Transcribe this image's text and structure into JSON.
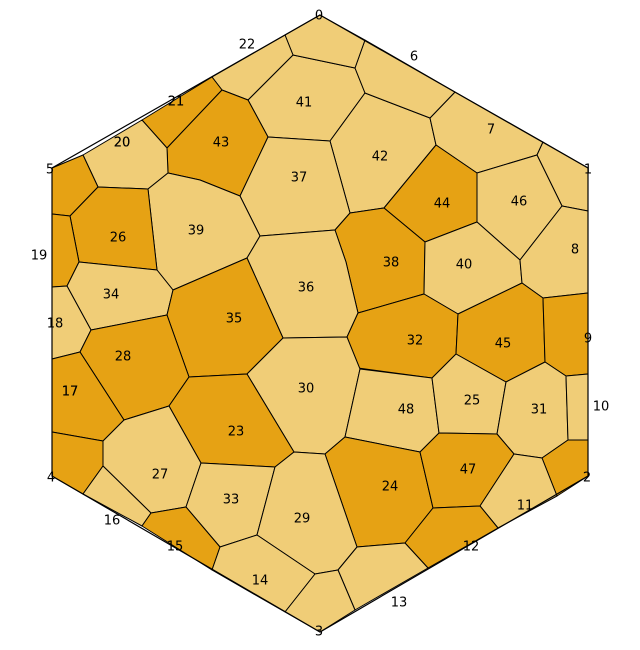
{
  "colors": {
    "light": "#f0cd77",
    "dark": "#e6a214",
    "stroke": "#000000"
  },
  "vertex_labels": [
    "0",
    "1",
    "2",
    "3",
    "4",
    "5",
    "6",
    "7",
    "8",
    "9",
    "10",
    "11",
    "12",
    "13",
    "14",
    "15",
    "16",
    "17",
    "18",
    "19",
    "20",
    "21",
    "22"
  ],
  "cell_labels": [
    "17",
    "18",
    "19",
    "20",
    "21",
    "23",
    "24",
    "25",
    "26",
    "27",
    "28",
    "29",
    "30",
    "31",
    "32",
    "33",
    "34",
    "35",
    "36",
    "37",
    "38",
    "39",
    "40",
    "41",
    "42",
    "43",
    "44",
    "45",
    "46",
    "47",
    "48"
  ]
}
